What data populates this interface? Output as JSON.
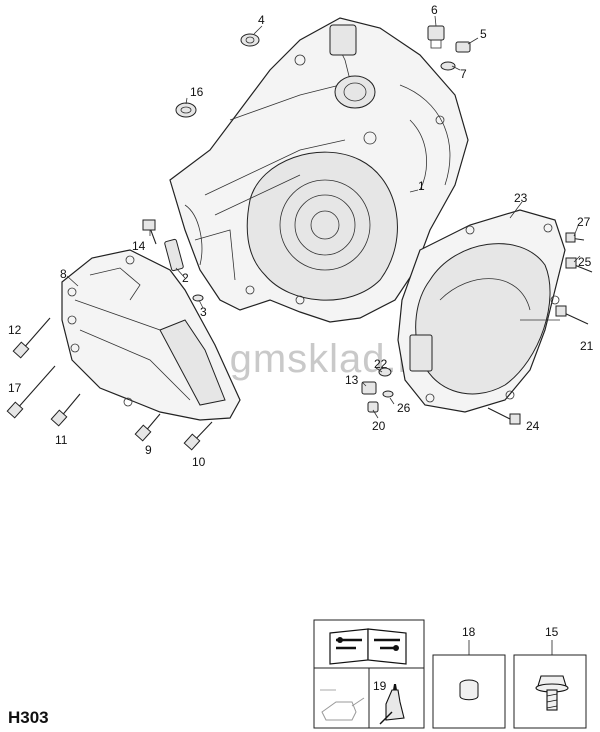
{
  "diagram_code": "H303",
  "watermark": "www.gmsklad.ru",
  "callouts": [
    "1",
    "2",
    "3",
    "4",
    "5",
    "6",
    "7",
    "8",
    "9",
    "10",
    "11",
    "12",
    "13",
    "14",
    "16",
    "17",
    "20",
    "21",
    "22",
    "23",
    "24",
    "25",
    "26",
    "27"
  ],
  "legend_boxes": {
    "box_18_label": "18",
    "box_15_label": "15",
    "box_19_label": "19"
  },
  "icons": [
    "manual-book-tools-icon",
    "oil-can-icon",
    "sealant-tube-icon",
    "cap-nut-icon",
    "flange-bolt-icon"
  ]
}
